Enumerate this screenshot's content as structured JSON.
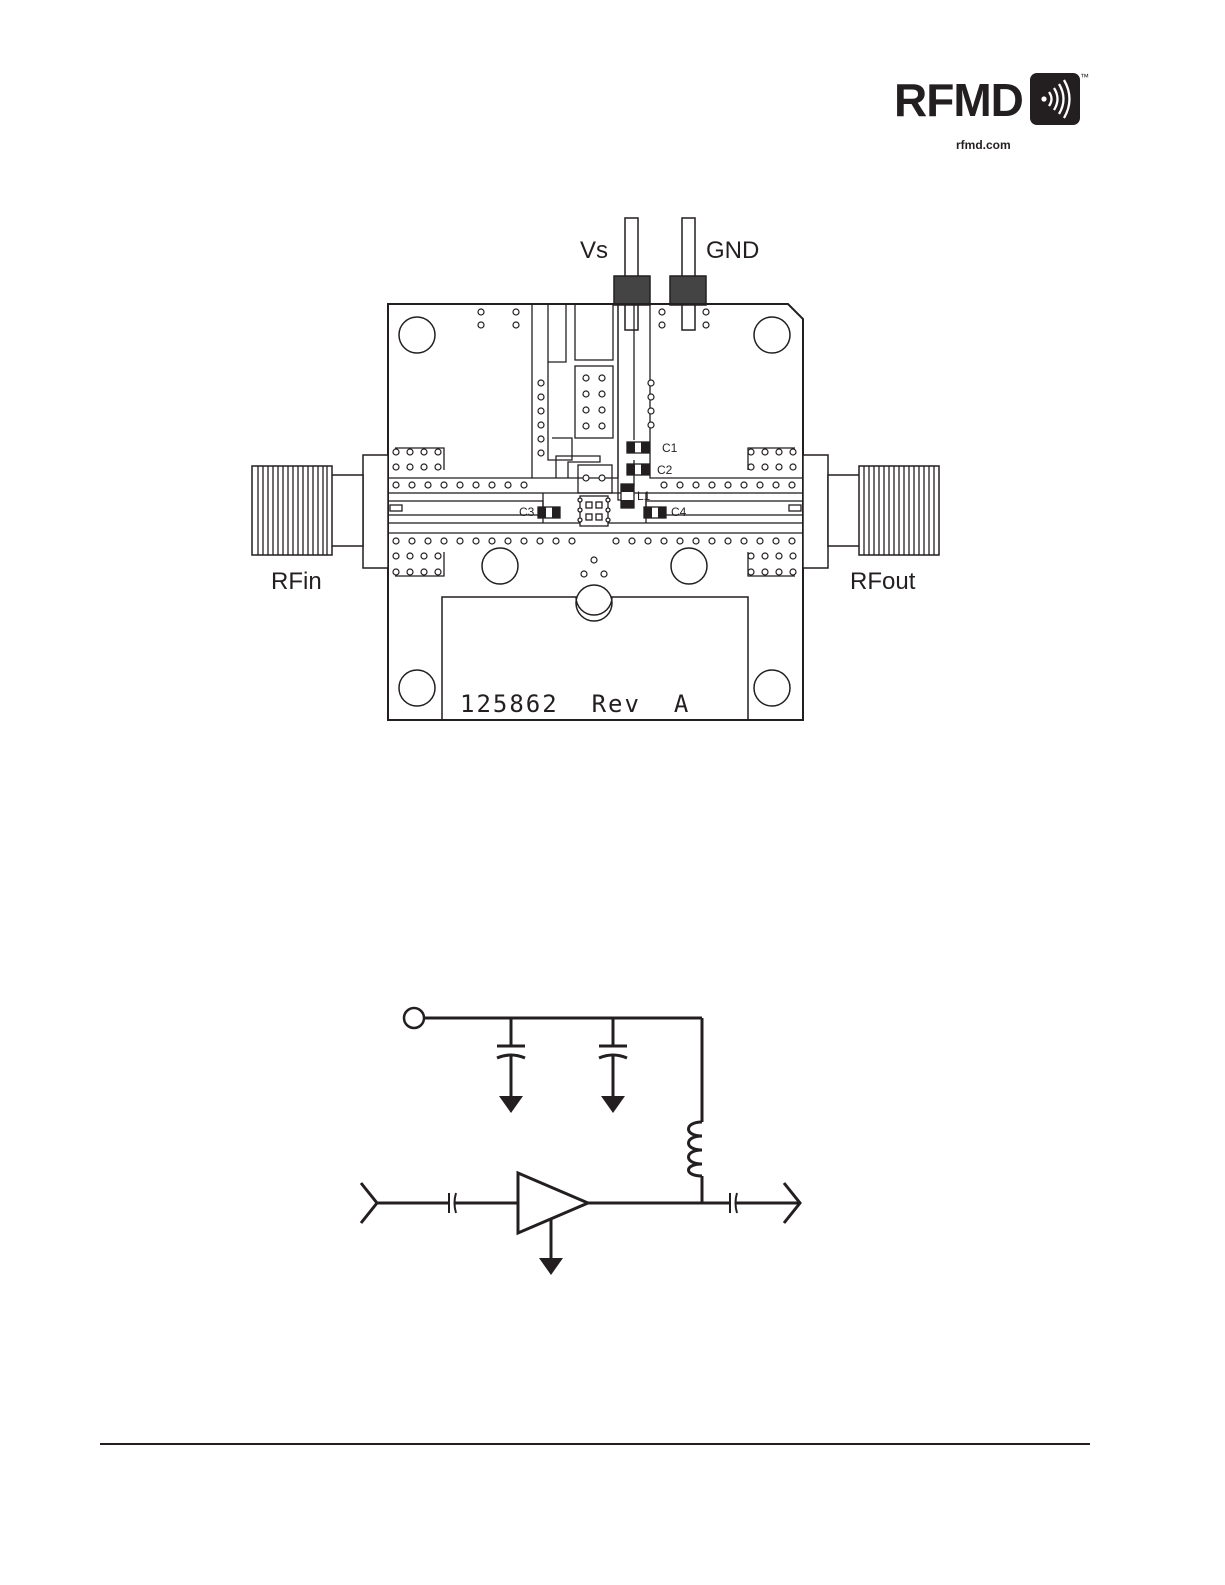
{
  "logo": {
    "brand": "RFMD",
    "trademark": "™",
    "url": "rfmd.com",
    "icon": "wireless-signal-icon"
  },
  "board": {
    "pins": {
      "vs": "Vs",
      "gnd": "GND"
    },
    "ports": {
      "rfin": "RFin",
      "rfout": "RFout"
    },
    "components": {
      "c1": "C1",
      "c2": "C2",
      "c3": "C3",
      "c4": "C4",
      "l1": "L1"
    },
    "part_number": "125862  Rev  A"
  },
  "schematic": {
    "symbols": [
      "supply-terminal",
      "capacitor",
      "capacitor",
      "inductor",
      "amplifier",
      "dc-block-capacitor",
      "dc-block-capacitor",
      "ground",
      "ground",
      "ground"
    ]
  },
  "colors": {
    "ink": "#231f20",
    "background": "#ffffff"
  }
}
